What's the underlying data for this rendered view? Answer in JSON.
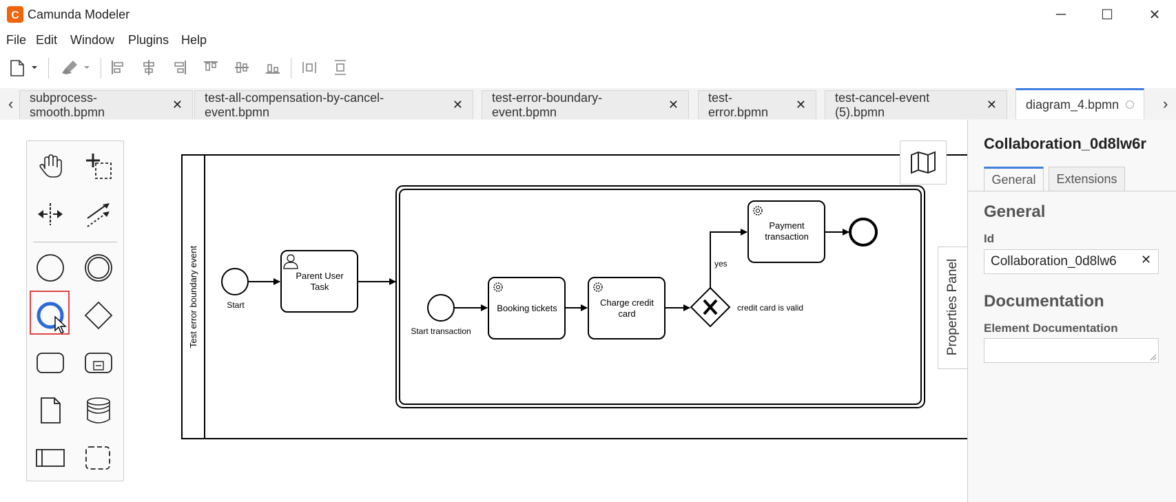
{
  "app": {
    "title": "Camunda Modeler"
  },
  "window_controls": {
    "minimize": "─",
    "maximize": "☐",
    "close": "✕"
  },
  "menu": [
    "File",
    "Edit",
    "Window",
    "Plugins",
    "Help"
  ],
  "tabs": [
    {
      "label": "subprocess-smooth.bpmn",
      "close": "✕"
    },
    {
      "label": "test-all-compensation-by-cancel-event.bpmn",
      "close": "✕"
    },
    {
      "label": "test-error-boundary-event.bpmn",
      "close": "✕"
    },
    {
      "label": "test-error.bpmn",
      "close": "✕"
    },
    {
      "label": "test-cancel-event (5).bpmn",
      "close": "✕"
    },
    {
      "label": "diagram_4.bpmn",
      "active": true
    }
  ],
  "tab_scroll": {
    "left": "‹",
    "right": "›"
  },
  "diagram": {
    "pool_name": "Test error boundary event",
    "start": "Start",
    "parent_task": [
      "Parent User",
      "Task"
    ],
    "start_transaction": "Start transaction",
    "booking": "Booking tickets",
    "charge": [
      "Charge credit",
      "card"
    ],
    "payment": [
      "Payment",
      "transaction"
    ],
    "yes_label": "yes",
    "gateway_label": "credit card is valid"
  },
  "properties": {
    "toggle_label": "Properties Panel",
    "title": "Collaboration_0d8lw6r",
    "tabs": [
      "General",
      "Extensions"
    ],
    "section_general": "General",
    "id_label": "Id",
    "id_value": "Collaboration_0d8lw6",
    "id_clear": "✕",
    "section_documentation": "Documentation",
    "doc_label": "Element Documentation"
  },
  "colors": {
    "accent": "#3f7fe0",
    "highlight": "#e04444",
    "app_icon": "#f0640a"
  }
}
